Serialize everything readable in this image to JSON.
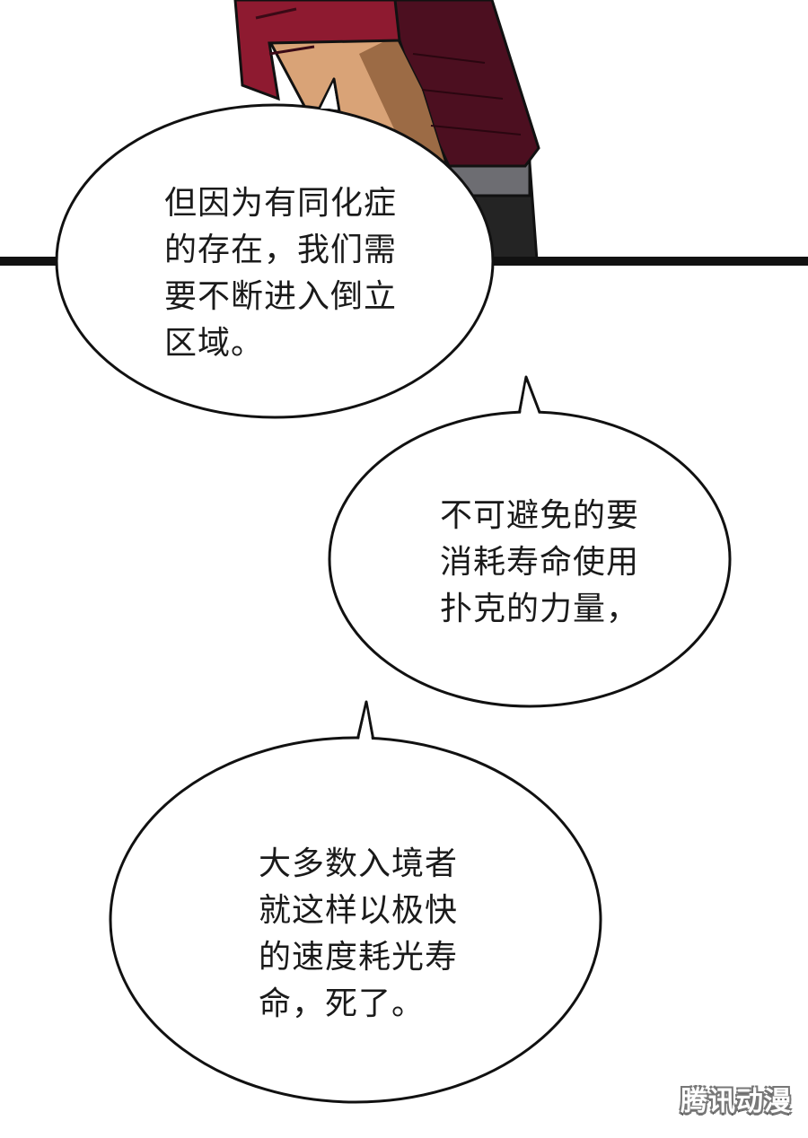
{
  "bubbles": [
    {
      "lines": [
        "但因为有同化症",
        "的存在，我们需",
        "要不断进入倒立",
        "区域。"
      ]
    },
    {
      "lines": [
        "不可避免的要",
        "消耗寿命使用",
        "扑克的力量，"
      ]
    },
    {
      "lines": [
        "大多数入境者",
        "就这样以极快",
        "的速度耗光寿",
        "命，死了。"
      ]
    }
  ],
  "watermark": "腾讯动漫",
  "colors": {
    "jacket": "#8e1a30",
    "jacket_shadow": "#4c0f20",
    "skin": "#d9a377",
    "skin_shadow": "#9c6b45",
    "belt": "#6d6d72",
    "pants": "#242424",
    "line": "#111111"
  }
}
